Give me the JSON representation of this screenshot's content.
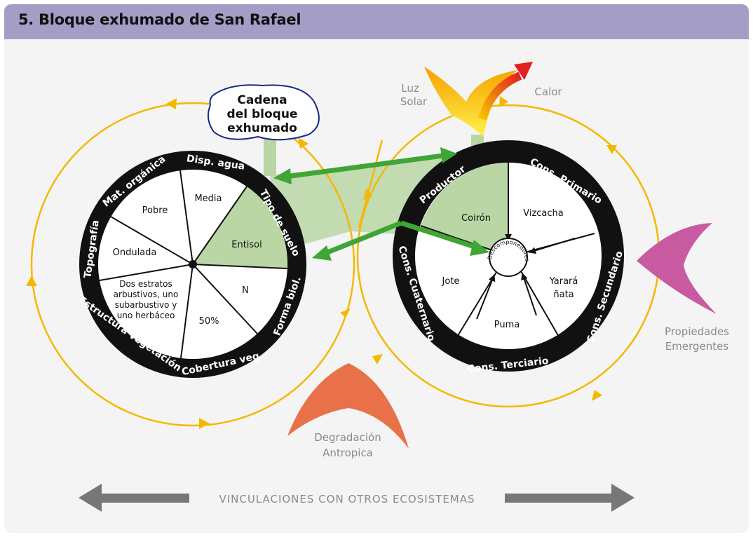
{
  "header": {
    "title": "5. Bloque exhumado de San Rafael"
  },
  "bubble": {
    "line1": "Cadena",
    "line2": "del bloque",
    "line3": "exhumado"
  },
  "energy": {
    "sun_line1": "Luz",
    "sun_line2": "Solar",
    "heat": "Calor"
  },
  "emergent": {
    "line1": "Propiedades",
    "line2": "Emergentes"
  },
  "degradation": {
    "line1": "Degradación",
    "line2": "Antropica"
  },
  "links": {
    "label": "VINCULACIONES CON OTROS ECOSISTEMAS"
  },
  "left_wheel": {
    "ring_labels": {
      "disp_agua": "Disp. agua",
      "tipo_suelo": "Tipo de suelo",
      "forma_biol": "Forma biol.",
      "cobertura_veg": "Cobertura veg.",
      "estructura_veg": "Estructura vegetación",
      "topografia": "Topografía",
      "mat_organica": "Mat. orgánica"
    },
    "values": {
      "disp_agua": "Media",
      "tipo_suelo": "Entisol",
      "forma_biol": "N",
      "cobertura_veg": "50%",
      "estructura_line1": "Dos estratos",
      "estructura_line2": "arbustivos, uno",
      "estructura_line3": "subarbustivo  y",
      "estructura_line4": "uno herbáceo",
      "topografia": "Ondulada",
      "mat_organica": "Pobre"
    }
  },
  "right_wheel": {
    "ring_labels": {
      "productor": "Productor",
      "cons_primario": "Cons. Primario",
      "cons_secundario": "Cons. Secundario",
      "cons_terciario": "Cons. Terciario",
      "cons_cuaternario": "Cons. Cuaternario"
    },
    "values": {
      "productor": "Coirón",
      "cons_primario": "Vizcacha",
      "cons_secundario_line1": "Yarará",
      "cons_secundario_line2": "ñata",
      "cons_terciario": "Puma",
      "cons_cuaternario": "Jote"
    },
    "center": "Descomponedores"
  },
  "colors": {
    "header": "#a49dc6",
    "cycle_arrows": "#f5b800",
    "green_arrows": "#3fa535",
    "highlight_fill": "#b9d6a4",
    "wheel_ring": "#111111",
    "emergent_shape": "#c85aa2",
    "degradation_shape": "#e8714a",
    "gray_arrows": "#777777"
  },
  "icons": [
    "sun-wedge-icon",
    "heat-arrow-icon",
    "emergent-properties-shape-icon",
    "degradation-shape-icon",
    "left-arrow-icon",
    "right-arrow-icon"
  ]
}
